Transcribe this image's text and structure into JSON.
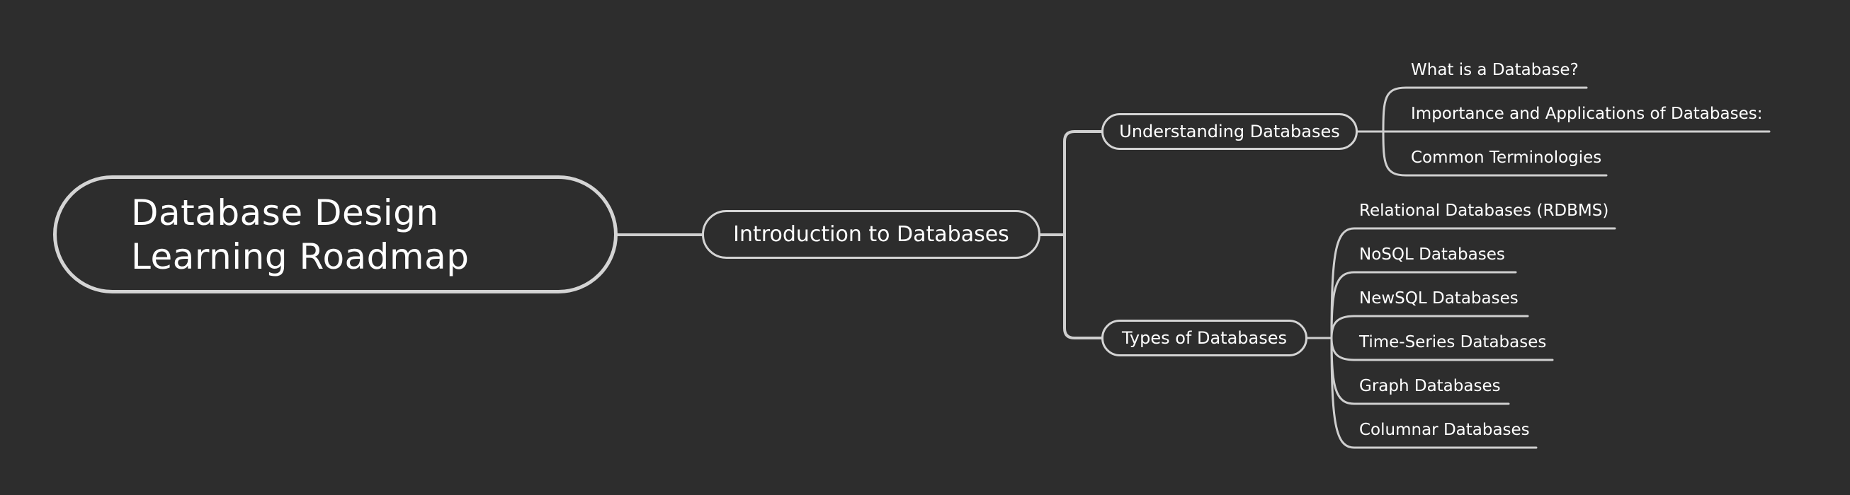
{
  "root": {
    "title_line1": "Database Design",
    "title_line2": "Learning Roadmap"
  },
  "topic": {
    "label": "Introduction to Databases"
  },
  "branches": [
    {
      "label": "Understanding Databases",
      "leaves": [
        "What is a Database?",
        "Importance and Applications of Databases:",
        "Common Terminologies"
      ]
    },
    {
      "label": "Types of Databases",
      "leaves": [
        "Relational Databases (RDBMS)",
        "NoSQL Databases",
        "NewSQL Databases",
        "Time-Series Databases",
        "Graph Databases",
        "Columnar Databases"
      ]
    }
  ],
  "colors": {
    "background": "#2d2d2d",
    "line": "#cfcfcf",
    "text": "#ffffff"
  }
}
